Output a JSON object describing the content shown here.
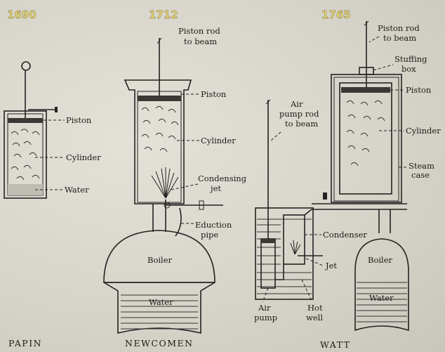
{
  "years": {
    "papin": "1690",
    "newcomen": "1712",
    "watt": "1765"
  },
  "captions": {
    "papin": "PAPIN",
    "newcomen": "NEWCOMEN",
    "watt": "WATT"
  },
  "papin": {
    "piston": "Piston",
    "cylinder": "Cylinder",
    "water": "Water"
  },
  "newcomen": {
    "rod_line1": "Piston rod",
    "rod_line2": "to beam",
    "piston": "Piston",
    "cylinder": "Cylinder",
    "condensing_line1": "Condensing",
    "condensing_line2": "jet",
    "eduction_line1": "Eduction",
    "eduction_line2": "pipe",
    "boiler": "Boiler",
    "water": "Water"
  },
  "watt": {
    "rod_line1": "Piston rod",
    "rod_line2": "to beam",
    "stuffing_line1": "Stuffing",
    "stuffing_line2": "box",
    "piston": "Piston",
    "cylinder": "Cylinder",
    "steam_line1": "Steam",
    "steam_line2": "case",
    "airpump_rod_line1": "Air",
    "airpump_rod_line2": "pump rod",
    "airpump_rod_line3": "to beam",
    "condenser": "Condenser",
    "jet": "Jet",
    "boiler": "Boiler",
    "water": "Water",
    "air_pump_line1": "Air",
    "air_pump_line2": "pump",
    "hot_well_line1": "Hot",
    "hot_well_line2": "well"
  }
}
